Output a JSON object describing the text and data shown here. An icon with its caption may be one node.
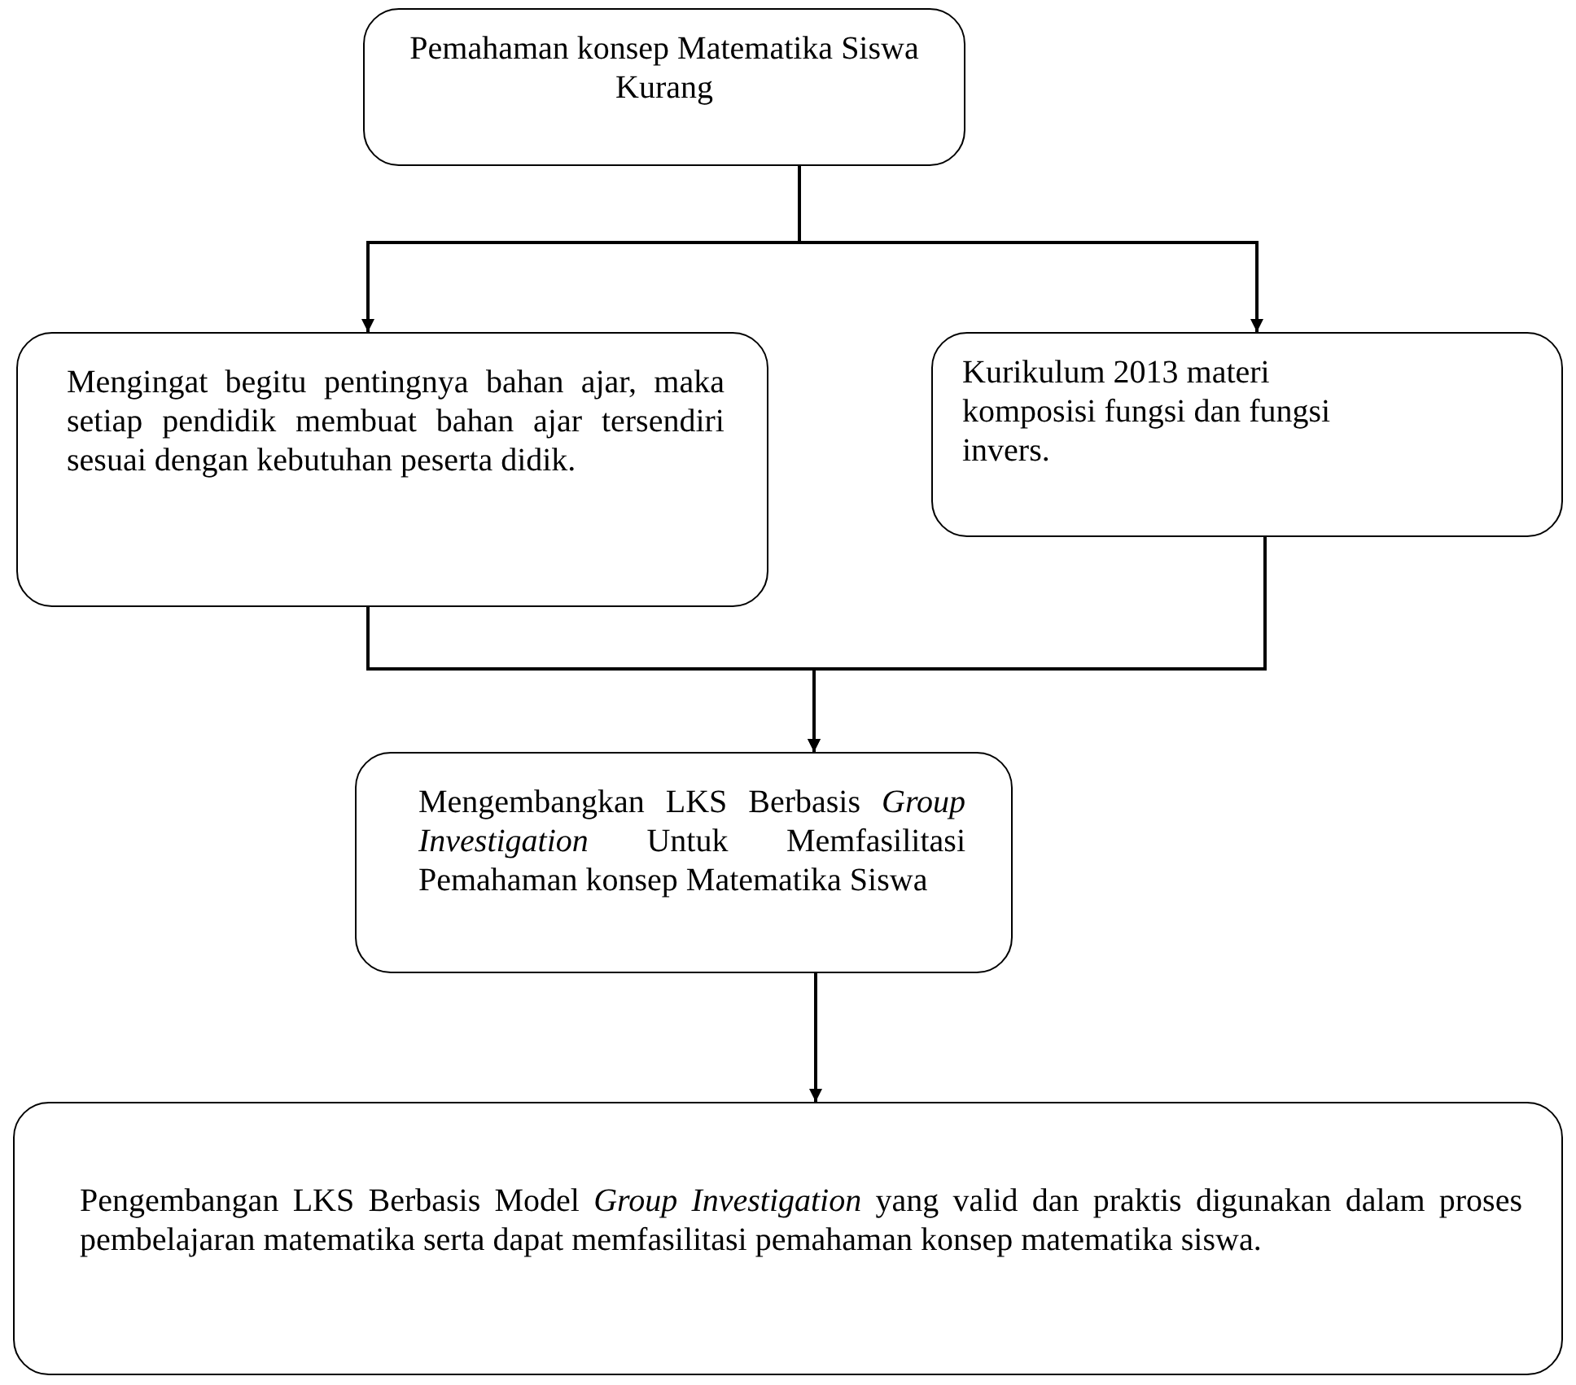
{
  "diagram": {
    "nodes": [
      {
        "text": [
          "Pemahaman konsep Matematika Siswa Kurang"
        ]
      },
      {
        "text": [
          "Mengingat begitu pentingnya bahan ajar, maka setiap pendidik membuat bahan ajar tersendiri sesuai dengan kebutuhan peserta didik."
        ]
      },
      {
        "text": [
          "Kurikulum 2013 materi komposisi fungsi dan fungsi invers."
        ]
      },
      {
        "text": [
          "Mengembangkan LKS Berbasis *Group Investigation* Untuk Memfasilitasi Pemahaman konsep Matematika Siswa"
        ]
      },
      {
        "text": [
          "Pengembangan LKS Berbasis Model *Group Investigation* yang valid dan praktis digunakan dalam proses pembelajaran matematika serta dapat memfasilitasi pemahaman konsep matematika siswa."
        ]
      }
    ],
    "edges": [
      {
        "from": 0,
        "to": 1,
        "arrow": "to"
      },
      {
        "from": 0,
        "to": 2,
        "arrow": "to"
      },
      {
        "from": 1,
        "to": 3,
        "arrow": "to"
      },
      {
        "from": 2,
        "to": 3,
        "arrow": "to"
      },
      {
        "from": 3,
        "to": 4,
        "arrow": "to"
      }
    ]
  }
}
